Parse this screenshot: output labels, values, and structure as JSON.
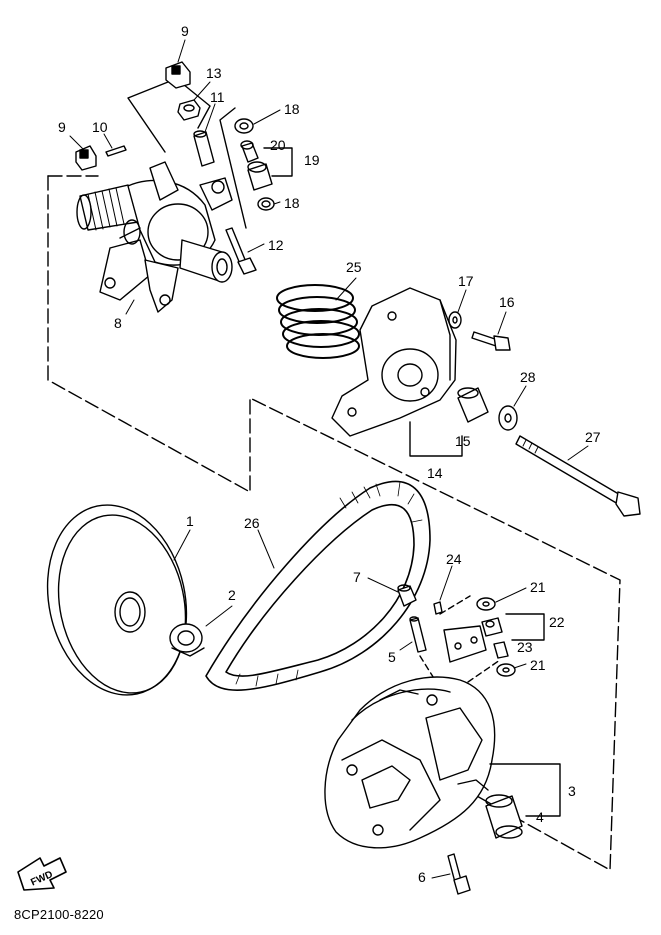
{
  "diagram_code": "8CP2100-8220",
  "fwd_label": "FWD",
  "callouts": {
    "p1": "1",
    "p2": "2",
    "p3": "3",
    "p4": "4",
    "p5": "5",
    "p6": "6",
    "p7": "7",
    "p8": "8",
    "p9a": "9",
    "p9b": "9",
    "p10": "10",
    "p11": "11",
    "p12": "12",
    "p13": "13",
    "p14": "14",
    "p15": "15",
    "p16": "16",
    "p17": "17",
    "p18a": "18",
    "p18b": "18",
    "p19": "19",
    "p20": "20",
    "p21a": "21",
    "p21b": "21",
    "p22": "22",
    "p23": "23",
    "p24": "24",
    "p25": "25",
    "p26": "26",
    "p27": "27",
    "p28": "28"
  },
  "colors": {
    "ink": "#000000",
    "paper": "#ffffff"
  }
}
